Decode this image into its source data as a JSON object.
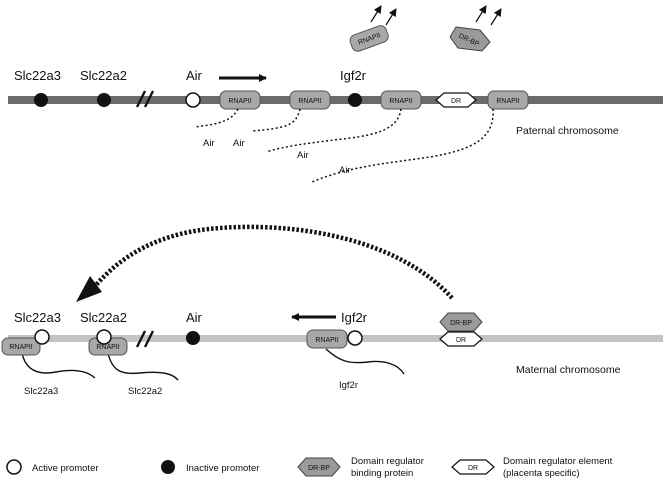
{
  "paternal": {
    "chromosome_label": "Paternal chromosome",
    "gene_labels": {
      "slc22a3": "Slc22a3",
      "slc22a2": "Slc22a2",
      "air": "Air",
      "igf2r": "Igf2r"
    },
    "rnapii_label": "RNAPII",
    "dr_label": "DR",
    "drbp_label": "DR-BP",
    "transcript_label": "Air"
  },
  "maternal": {
    "chromosome_label": "Maternal chromosome",
    "gene_labels": {
      "slc22a3": "Slc22a3",
      "slc22a2": "Slc22a2",
      "air": "Air",
      "igf2r": "Igf2r"
    },
    "rnapii_label": "RNAPII",
    "dr_label": "DR",
    "drbp_label": "DR-BP",
    "transcript_labels": {
      "slc22a3": "Slc22a3",
      "slc22a2": "Slc22a2",
      "igf2r": "Igf2r"
    }
  },
  "legend": {
    "active": "Active promoter",
    "inactive": "Inactive promoter",
    "drbp_symbol": "DR-BP",
    "drbp_line1": "Domain regulator",
    "drbp_line2": "binding protein",
    "dr_symbol": "DR",
    "dr_line1": "Domain regulator element",
    "dr_line2": "(placenta specific)"
  },
  "colors": {
    "paternal_chromosome": "#6b6b6b",
    "maternal_chromosome": "#c4c4c4",
    "rnapii_fill": "#a8a8a8",
    "drbp_fill": "#9a9a9a",
    "inactive_promoter": "#111111",
    "active_promoter": "#ffffff"
  }
}
